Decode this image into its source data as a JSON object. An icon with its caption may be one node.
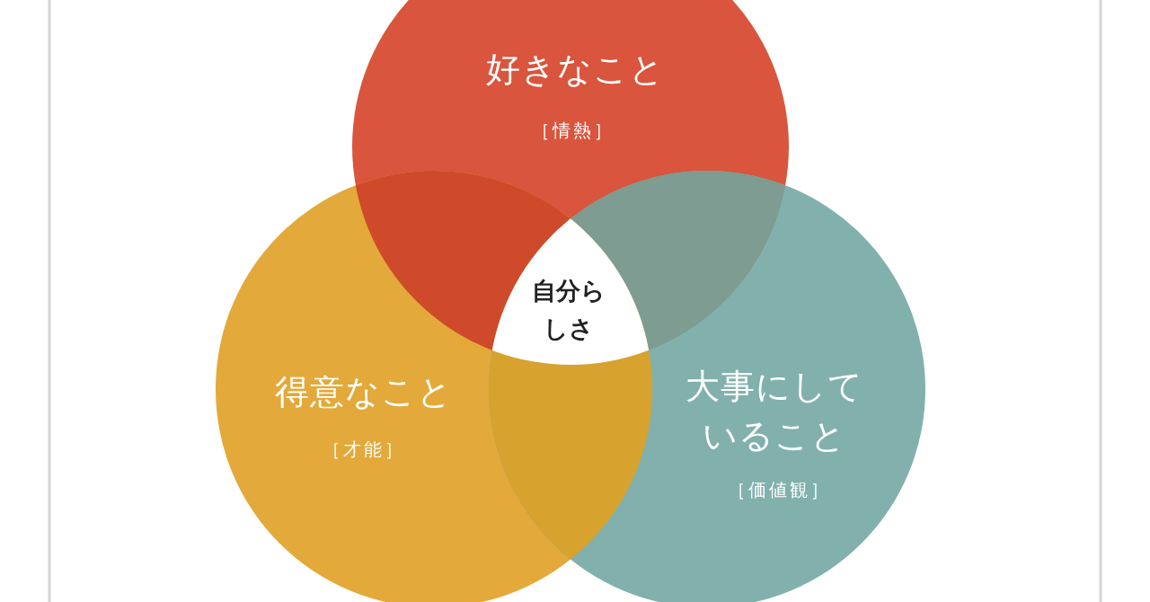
{
  "diagram": {
    "nodes": [
      {
        "text": [
          "好きなこと",
          "［情熱］"
        ]
      },
      {
        "text": [
          "得意なこと",
          "［才能］"
        ]
      },
      {
        "text": [
          "大事にしていること",
          "［価値観］"
        ]
      },
      {
        "text": [
          "自分らしさ"
        ]
      }
    ]
  }
}
